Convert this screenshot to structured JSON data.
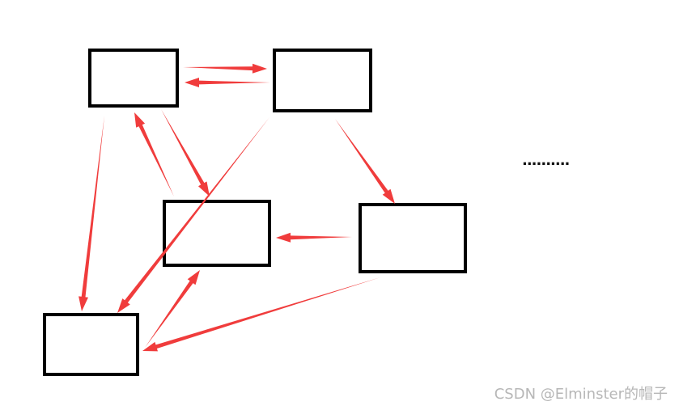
{
  "diagram": {
    "ellipsis": "..........",
    "nodes": [
      {
        "id": "box-top-left"
      },
      {
        "id": "box-top-right"
      },
      {
        "id": "box-middle"
      },
      {
        "id": "box-right"
      },
      {
        "id": "box-bottom-left"
      }
    ],
    "edges": [
      {
        "from": "box-top-left",
        "to": "box-top-right"
      },
      {
        "from": "box-top-right",
        "to": "box-top-left"
      },
      {
        "from": "box-top-left",
        "to": "box-bottom-left"
      },
      {
        "from": "box-top-left",
        "to": "box-middle"
      },
      {
        "from": "box-middle",
        "to": "box-top-left"
      },
      {
        "from": "box-top-right",
        "to": "box-bottom-left"
      },
      {
        "from": "box-top-right",
        "to": "box-right"
      },
      {
        "from": "box-right",
        "to": "box-middle"
      },
      {
        "from": "box-bottom-left",
        "to": "box-middle"
      },
      {
        "from": "box-right",
        "to": "box-bottom-left"
      }
    ],
    "colors": {
      "box_stroke": "#000000",
      "arrow": "#f03c3c"
    }
  },
  "watermark": "CSDN @Elminster的帽子"
}
